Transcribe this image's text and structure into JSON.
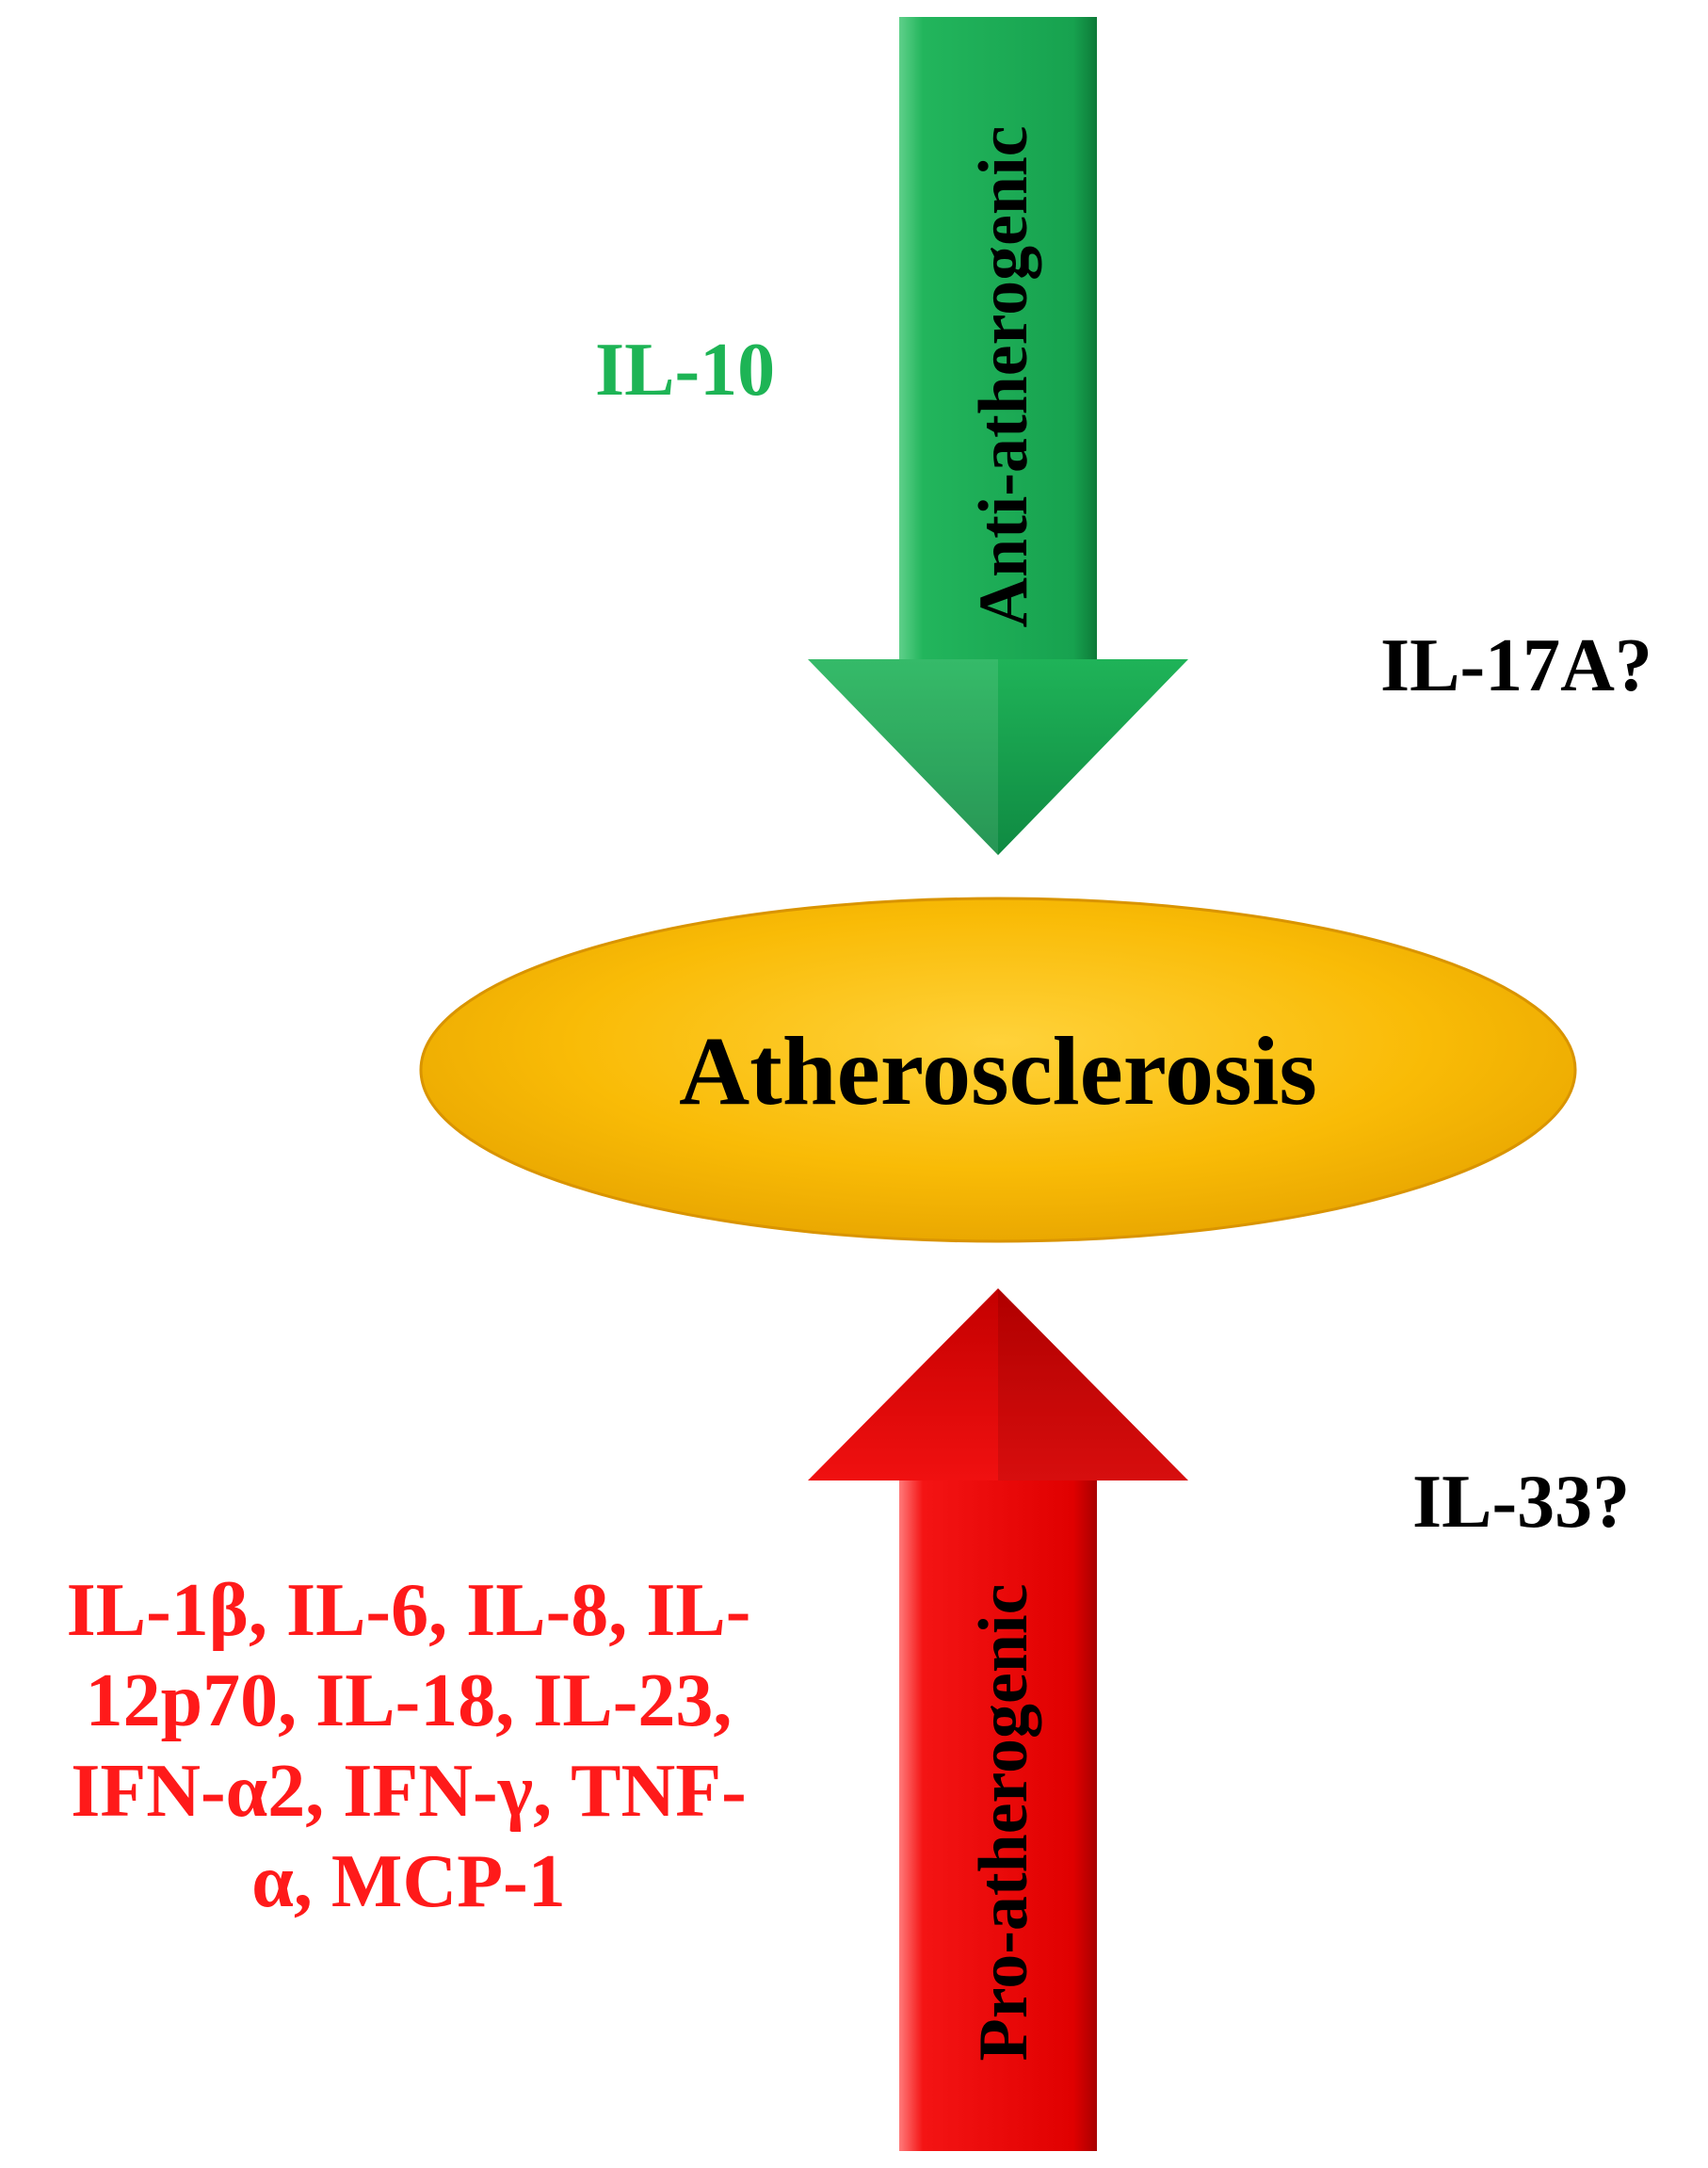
{
  "diagram": {
    "center": {
      "label": "Atherosclerosis"
    },
    "top_arrow": {
      "label": "Anti-atherogenic",
      "direction": "down",
      "color": "#1fae5a"
    },
    "bottom_arrow": {
      "label": "Pro-atherogenic",
      "direction": "up",
      "color": "#ee0000"
    },
    "anti_factor": {
      "label": "IL-10",
      "color": "#1db455"
    },
    "uncertain_factors": [
      "IL-17A?",
      "IL-33?"
    ],
    "pro_factors": {
      "color": "#ff1a1a",
      "lines": [
        "IL-1β, IL-6, IL-8, IL-",
        "12p70, IL-18, IL-23,",
        "IFN-α2, IFN-γ, TNF-",
        "α, MCP-1"
      ]
    },
    "ellipse_color": "#f7b800"
  }
}
